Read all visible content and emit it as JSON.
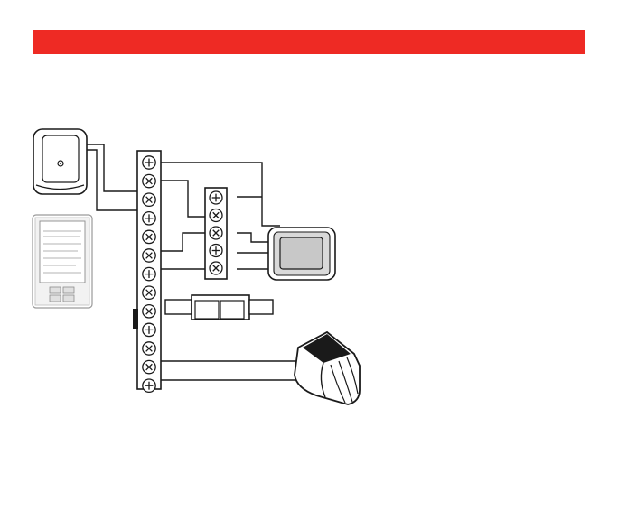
{
  "header": {
    "bar_color": "#ee2a24",
    "title": ""
  },
  "colors": {
    "line": "#1a1a1a",
    "device_fill": "#ffffff",
    "device_shade": "#d9d9d9",
    "screen_fill": "#c8c8c8",
    "header_red": "#ee2a24"
  },
  "diagram": {
    "main_terminal_block": {
      "terminal_count": 13,
      "icon": "screw-terminal-icon"
    },
    "sub_terminal_block": {
      "terminal_count": 5,
      "icon": "screw-terminal-icon"
    },
    "devices": [
      {
        "id": "wall-sensor",
        "icon": "room-sensor-icon"
      },
      {
        "id": "control-panel",
        "icon": "control-panel-icon"
      },
      {
        "id": "thermostat",
        "icon": "thermostat-icon"
      },
      {
        "id": "relay-module",
        "icon": "relay-icon"
      },
      {
        "id": "damper-motor",
        "icon": "damper-actuator-icon"
      }
    ],
    "panel_label_lines": 7
  }
}
